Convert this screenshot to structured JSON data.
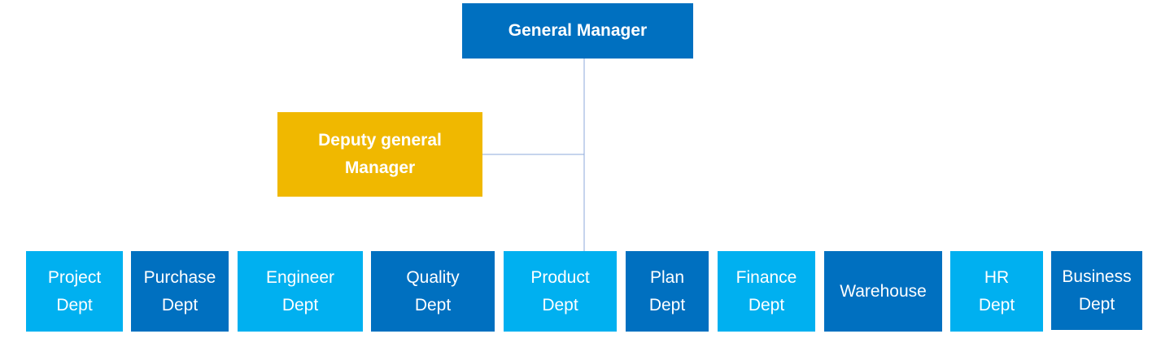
{
  "colors": {
    "primary": "#0070c0",
    "light": "#00b0f0",
    "deputy": "#f0b800",
    "line": "#8ea9db"
  },
  "general_manager": {
    "label": "General Manager"
  },
  "deputy_manager": {
    "label": "Deputy general\nManager"
  },
  "departments": [
    {
      "label": "Project\nDept"
    },
    {
      "label": "Purchase\nDept"
    },
    {
      "label": "Engineer\nDept"
    },
    {
      "label": "Quality\nDept"
    },
    {
      "label": "Product\nDept"
    },
    {
      "label": "Plan\nDept"
    },
    {
      "label": "Finance\nDept"
    },
    {
      "label": "Warehouse"
    },
    {
      "label": "HR\nDept"
    },
    {
      "label": "Business\nDept"
    }
  ]
}
